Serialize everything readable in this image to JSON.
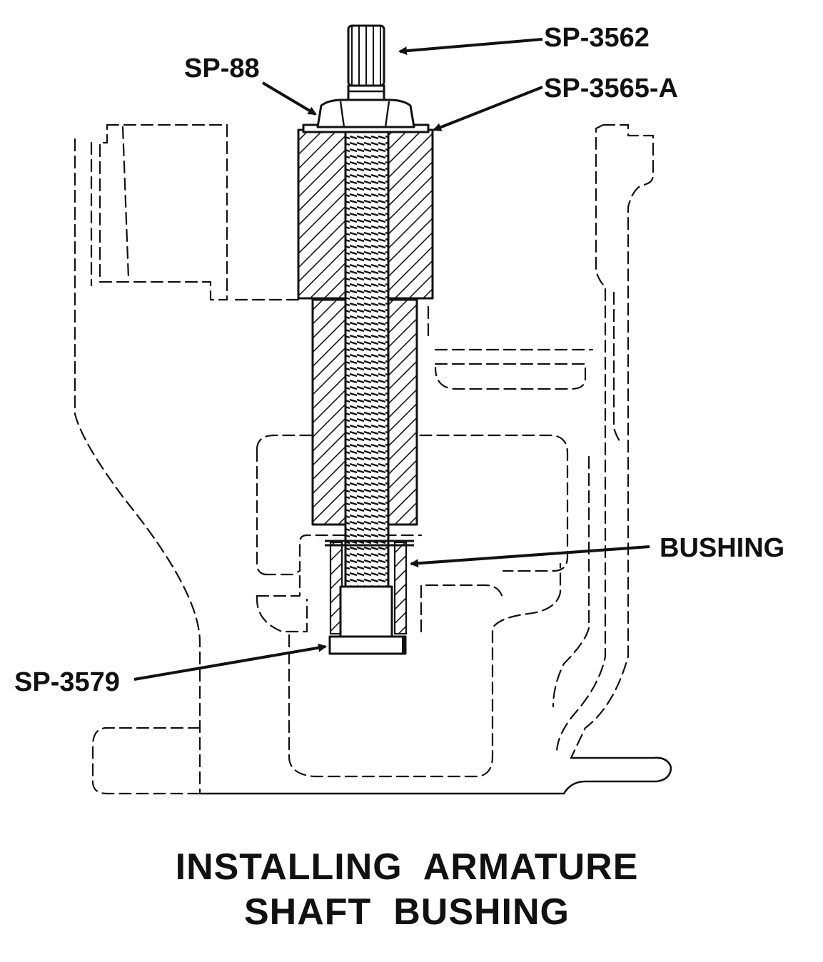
{
  "labels": {
    "sp_3562": "SP-3562",
    "sp_88": "SP-88",
    "sp_3565_a": "SP-3565-A",
    "bushing": "BUSHING",
    "sp_3579": "SP-3579"
  },
  "caption": {
    "line1": "INSTALLING  ARMATURE",
    "line2": "SHAFT  BUSHING"
  },
  "colors": {
    "ink": "#111111",
    "paper": "#ffffff"
  }
}
